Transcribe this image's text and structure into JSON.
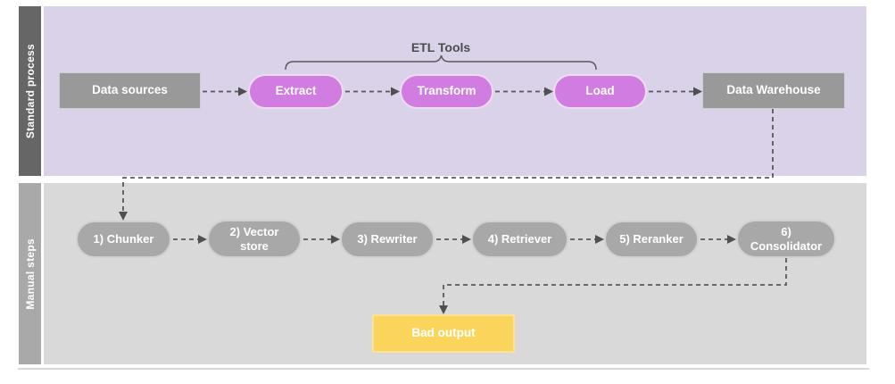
{
  "colors": {
    "lane_standard_bg": "#d9d2e9",
    "lane_standard_label_bg": "#666666",
    "lane_manual_bg": "#d9d9d9",
    "lane_manual_label_bg": "#a9a9a9",
    "gray_rect_node": "#999999",
    "purple_pill_node": "#d07ce0",
    "gray_pill_node": "#a8a8a8",
    "yellow_node": "#fbd45c",
    "connector": "#595959",
    "node_text": "#ffffff",
    "bracket_label_text": "#4d4d4d"
  },
  "lanes": {
    "standard": {
      "label": "Standard process"
    },
    "manual": {
      "label": "Manual steps"
    }
  },
  "standard_process": {
    "bracket_label": "ETL Tools",
    "nodes": {
      "data_sources": "Data sources",
      "extract": "Extract",
      "transform": "Transform",
      "load": "Load",
      "data_warehouse": "Data Warehouse"
    }
  },
  "manual_steps": {
    "nodes": {
      "chunker": "1) Chunker",
      "vector_store": "2) Vector store",
      "rewriter": "3) Rewriter",
      "retriever": "4) Retriever",
      "reranker": "5) Reranker",
      "consolidator": "6) Consolidator",
      "bad_output": "Bad output"
    }
  }
}
